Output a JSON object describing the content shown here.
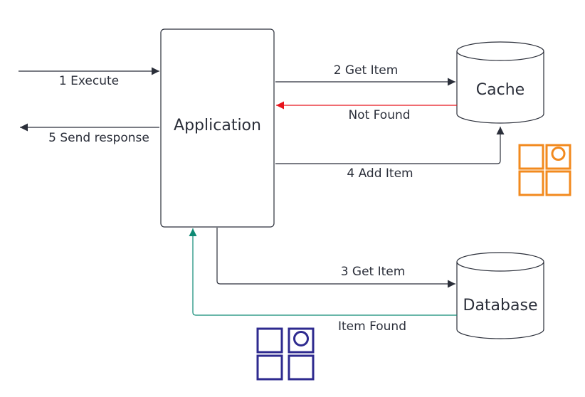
{
  "nodes": {
    "application": "Application",
    "cache": "Cache",
    "database": "Database"
  },
  "edges": {
    "execute": "1 Execute",
    "get_item_cache": "2 Get Item",
    "not_found": "Not Found",
    "get_item_db": "3 Get Item",
    "add_item": "4 Add Item",
    "send_response": "5 Send response",
    "item_found": "Item Found"
  },
  "colors": {
    "line": "#2b2f3a",
    "not_found_arrow": "#e8141c",
    "item_found_arrow": "#0e8a74",
    "cache_icon": "#f28a1e",
    "database_icon": "#2e2a8f"
  },
  "icons": {
    "cache_icon": "grid-with-circle-icon",
    "database_icon": "grid-with-circle-icon"
  }
}
